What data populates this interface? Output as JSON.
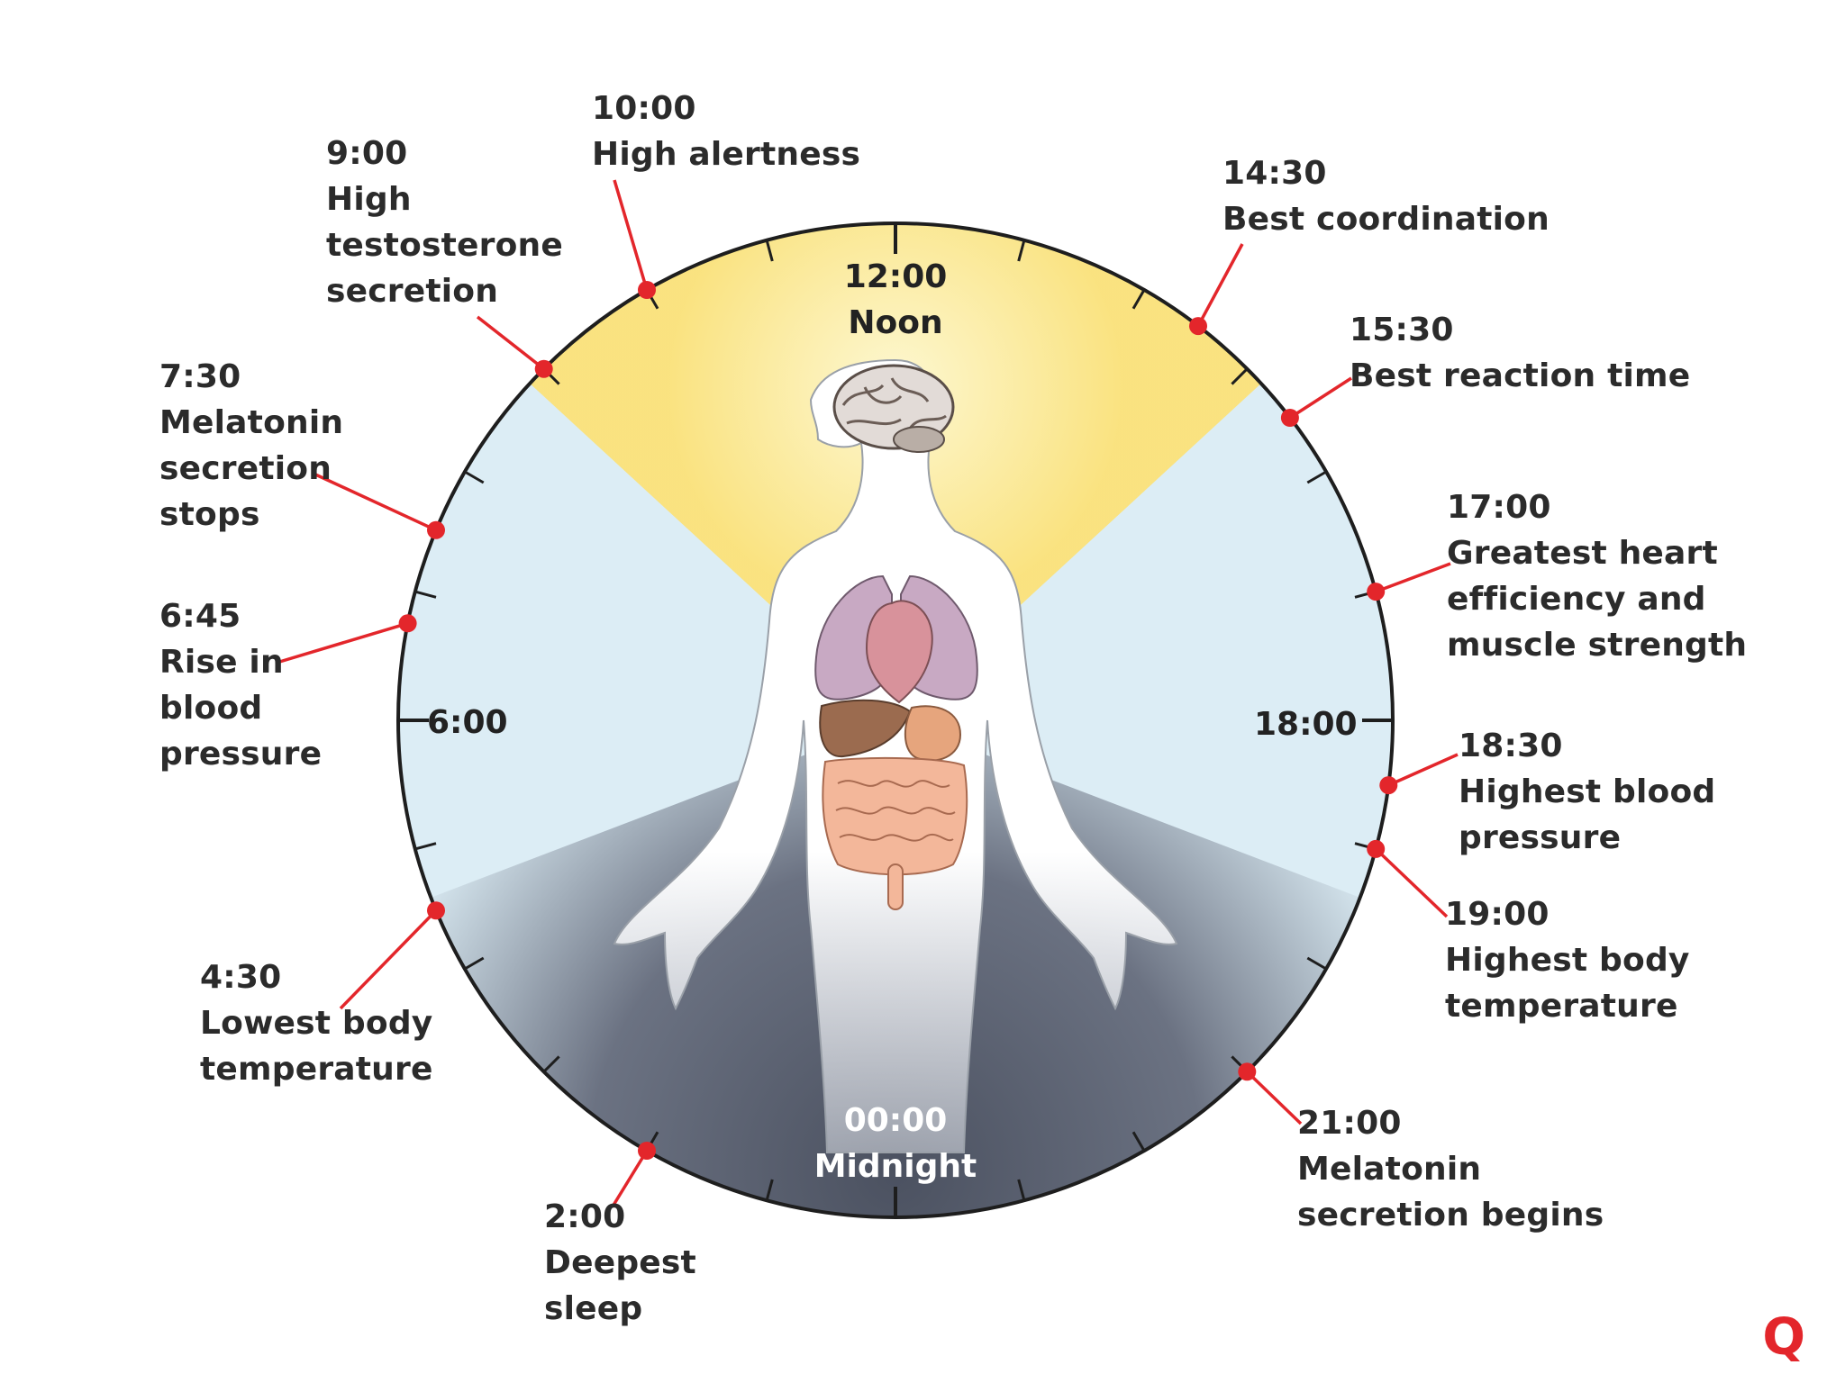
{
  "clock": {
    "noon_time": "12:00",
    "noon_label": "Noon",
    "midnight_time": "00:00",
    "midnight_label": "Midnight",
    "left_hour": "6:00",
    "right_hour": "18:00"
  },
  "events": [
    {
      "id": "e0900",
      "time": "9:00",
      "desc": "High\ntestosterone\nsecretion"
    },
    {
      "id": "e1000",
      "time": "10:00",
      "desc": "High alertness"
    },
    {
      "id": "e1430",
      "time": "14:30",
      "desc": "Best coordination"
    },
    {
      "id": "e1530",
      "time": "15:30",
      "desc": "Best reaction time"
    },
    {
      "id": "e1700",
      "time": "17:00",
      "desc": "Greatest heart\nefficiency and\nmuscle strength"
    },
    {
      "id": "e1830",
      "time": "18:30",
      "desc": "Highest blood\npressure"
    },
    {
      "id": "e1900",
      "time": "19:00",
      "desc": "Highest body\ntemperature"
    },
    {
      "id": "e2100",
      "time": "21:00",
      "desc": "Melatonin\nsecretion begins"
    },
    {
      "id": "e0200",
      "time": "2:00",
      "desc": "Deepest\nsleep"
    },
    {
      "id": "e0430",
      "time": "4:30",
      "desc": "Lowest body\ntemperature"
    },
    {
      "id": "e0645",
      "time": "6:45",
      "desc": "Rise in\nblood\npressure"
    },
    {
      "id": "e0730",
      "time": "7:30",
      "desc": "Melatonin\nsecretion\nstops"
    }
  ],
  "colors": {
    "day": "#fbe27a",
    "twilight": "#dcedf5",
    "night": "#5a6170",
    "marker": "#e3262b",
    "outline": "#1e1e1e"
  },
  "corner_mark": "Q"
}
